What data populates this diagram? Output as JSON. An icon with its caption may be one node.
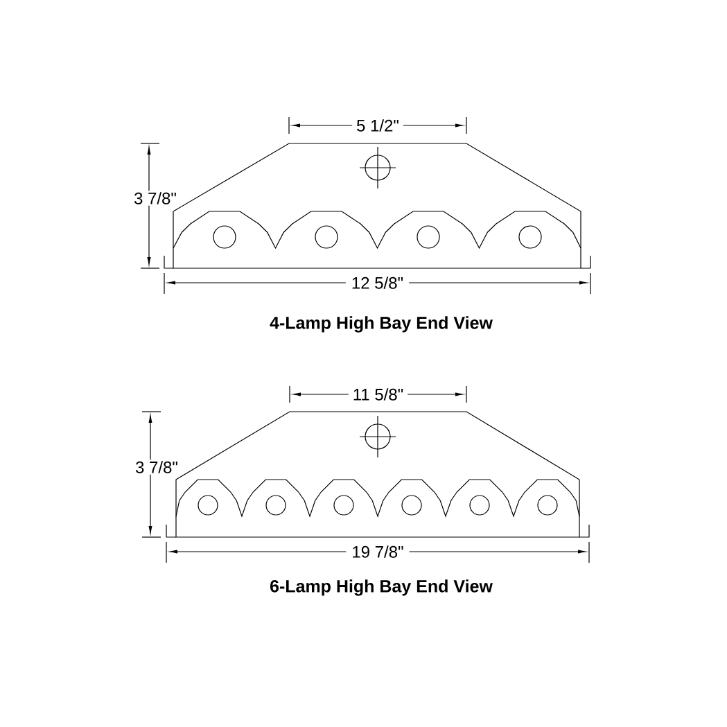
{
  "diagram": {
    "labels": [
      "5 1/2\"",
      "3 7/8\"",
      "12 5/8\"",
      "4-Lamp High Bay End View",
      "11 5/8\"",
      "3 7/8\"",
      "19 7/8\"",
      "6-Lamp High Bay End View"
    ]
  }
}
